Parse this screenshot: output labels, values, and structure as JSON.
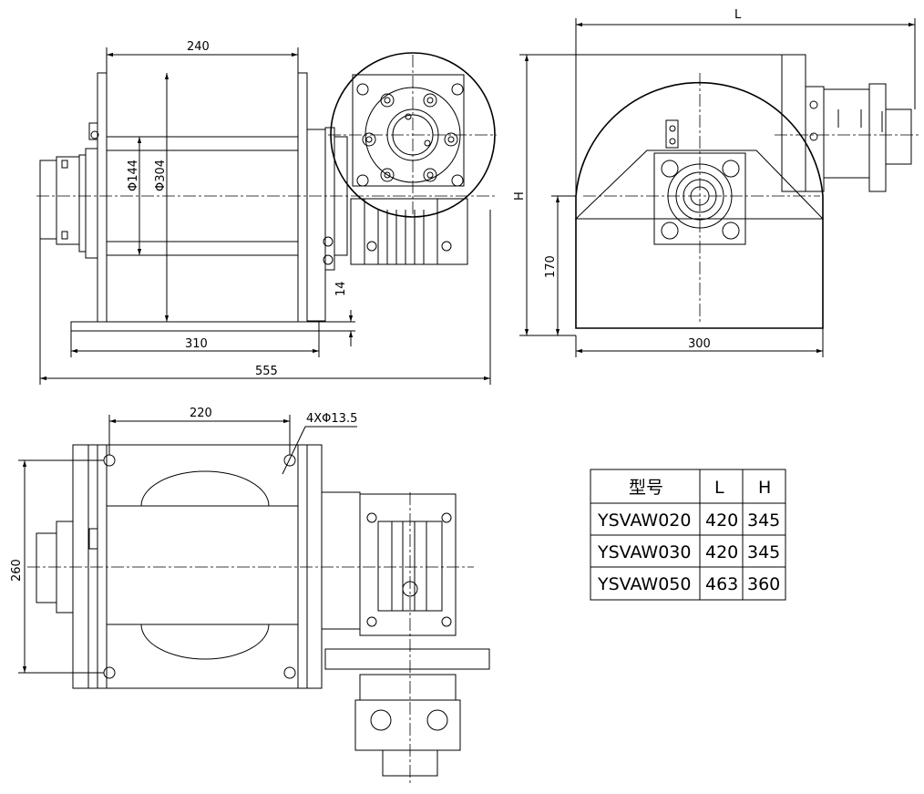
{
  "dimensions": {
    "front_drum_width": "240",
    "front_dia_inner": "Φ144",
    "front_dia_outer": "Φ304",
    "front_base_thickness": "14",
    "front_base_width": "310",
    "front_overall": "555",
    "side_length": "L",
    "side_height": "H",
    "side_axis_height": "170",
    "side_base_width": "300",
    "top_hole_spacing": "220",
    "top_holes": "4XΦ13.5",
    "top_depth": "260"
  },
  "model_table": {
    "headers": [
      "型号",
      "L",
      "H"
    ],
    "rows": [
      [
        "YSVAW020",
        "420",
        "345"
      ],
      [
        "YSVAW030",
        "420",
        "345"
      ],
      [
        "YSVAW050",
        "463",
        "360"
      ]
    ]
  }
}
